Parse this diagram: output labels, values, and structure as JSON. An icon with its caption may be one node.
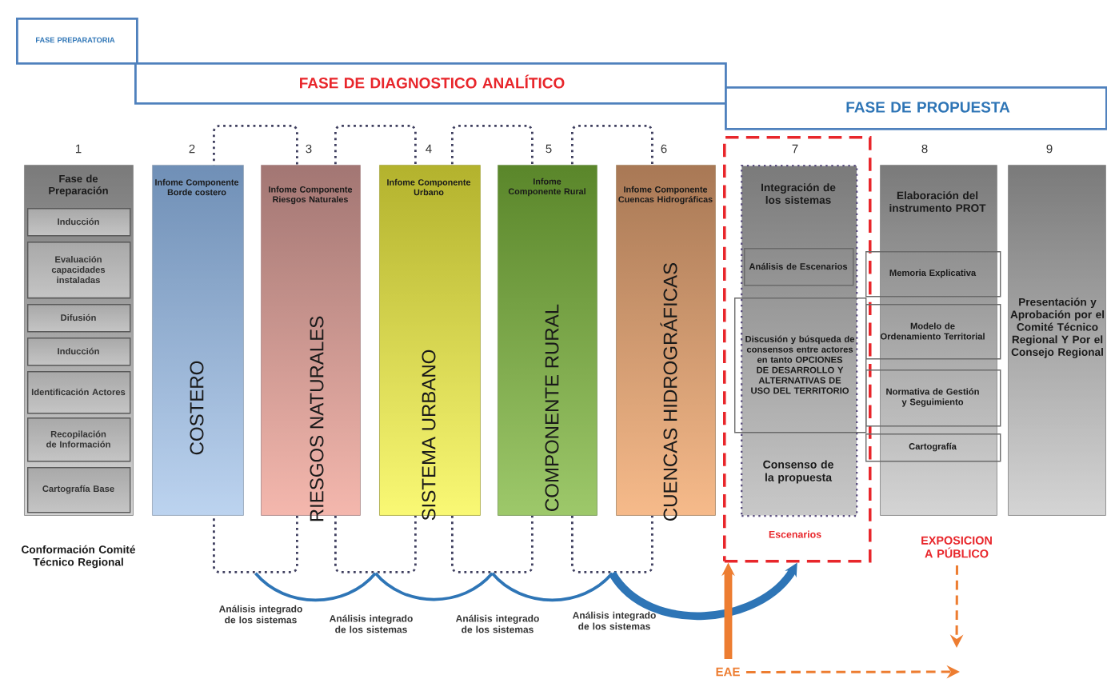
{
  "diagram": {
    "nodes": [
      {
        "text": [
          "FASE PREPARATORIA"
        ]
      },
      {
        "text": [
          "FASE  DE DIAGNOSTICO ANALÍTICO"
        ]
      },
      {
        "text": [
          "FASE  DE  PROPUESTA"
        ]
      },
      {
        "text": [
          "Fase de Preparación"
        ],
        "beside": [
          "1",
          "Conformación Comité Técnico Regional"
        ]
      },
      {
        "text": [
          "Inducción"
        ],
        "in": 3
      },
      {
        "text": [
          "Evaluación capacidades instaladas"
        ],
        "in": 3
      },
      {
        "text": [
          "Difusión"
        ],
        "in": 3
      },
      {
        "text": [
          "Inducción"
        ],
        "in": 3
      },
      {
        "text": [
          "Identificación Actores"
        ],
        "in": 3
      },
      {
        "text": [
          "Recopilación de Información"
        ],
        "in": 3
      },
      {
        "text": [
          "Cartografía Base"
        ],
        "in": 3
      },
      {
        "text": [
          "Infome Componente Borde costero",
          "COSTERO"
        ],
        "beside": [
          "2"
        ]
      },
      {
        "text": [
          "Infome Componente Riesgos Naturales",
          "RIESGOS NATURALES"
        ],
        "beside": [
          "3"
        ]
      },
      {
        "text": [
          "Infome Componente Urbano",
          "SISTEMA URBANO"
        ],
        "beside": [
          "4"
        ]
      },
      {
        "text": [
          "Infome Componente Rural",
          "COMPONENTE RURAL"
        ],
        "beside": [
          "5"
        ]
      },
      {
        "text": [
          "Infome Componente Cuencas Hidrográficas",
          "CUENCAS HIDROGRÁFICAS"
        ],
        "beside": [
          "6"
        ]
      },
      {
        "text": [],
        "shape": "box"
      },
      {
        "text": [],
        "shape": "box"
      },
      {
        "text": [],
        "shape": "box"
      },
      {
        "text": [],
        "shape": "box"
      },
      {
        "text": [
          "7",
          "Escenarios"
        ]
      },
      {
        "text": [
          "Integración de los sistemas",
          "Consenso de la propuesta"
        ],
        "in": 20
      },
      {
        "text": [
          "Análisis de Escenarios"
        ],
        "in": 21
      },
      {
        "text": [
          "Discusión y búsqueda de consensos entre actores en tanto OPCIONES DE DESARROLLO Y ALTERNATIVAS DE USO DEL TERRITORIO"
        ],
        "in": 21
      },
      {
        "text": [
          "Elaboración del instrumento PROT"
        ],
        "beside": [
          "8"
        ]
      },
      {
        "text": [
          "Memoria Explicativa"
        ],
        "in": 24
      },
      {
        "text": [
          "Modelo de Ordenamiento Territorial"
        ],
        "in": 24
      },
      {
        "text": [
          "Normativa de Gestión y Seguimiento"
        ],
        "in": 24
      },
      {
        "text": [
          "Cartografía"
        ],
        "in": 24
      },
      {
        "text": [
          "Presentación y Aprobación por el Comité Técnico Regional Y Por el Consejo Regional"
        ],
        "beside": [
          "9"
        ]
      },
      {
        "text": [
          "EXPOSICION A PÚBLICO"
        ]
      },
      {
        "text": [
          "EAE"
        ]
      }
    ],
    "edges": [
      {
        "from": 16,
        "to": 17,
        "arrow": "none",
        "label": "Análisis integrado de los sistemas"
      },
      {
        "from": 17,
        "to": 18,
        "arrow": "none",
        "label": "Análisis integrado de los sistemas"
      },
      {
        "from": 18,
        "to": 19,
        "arrow": "none",
        "label": "Análisis integrado de los sistemas"
      },
      {
        "from": 19,
        "to": 20,
        "arrow": "to",
        "style": "thick",
        "label": "Análisis integrado de los sistemas"
      },
      {
        "from": 31,
        "to": 20,
        "arrow": "to",
        "style": "thick",
        "color": "#ed7d31"
      },
      {
        "from": 31,
        "to": null,
        "arrow": "to",
        "style": "dashed",
        "color": "#ed7d31"
      },
      {
        "from": 30,
        "to": null,
        "arrow": "to",
        "style": "dashed",
        "color": "#ed7d31"
      }
    ]
  }
}
